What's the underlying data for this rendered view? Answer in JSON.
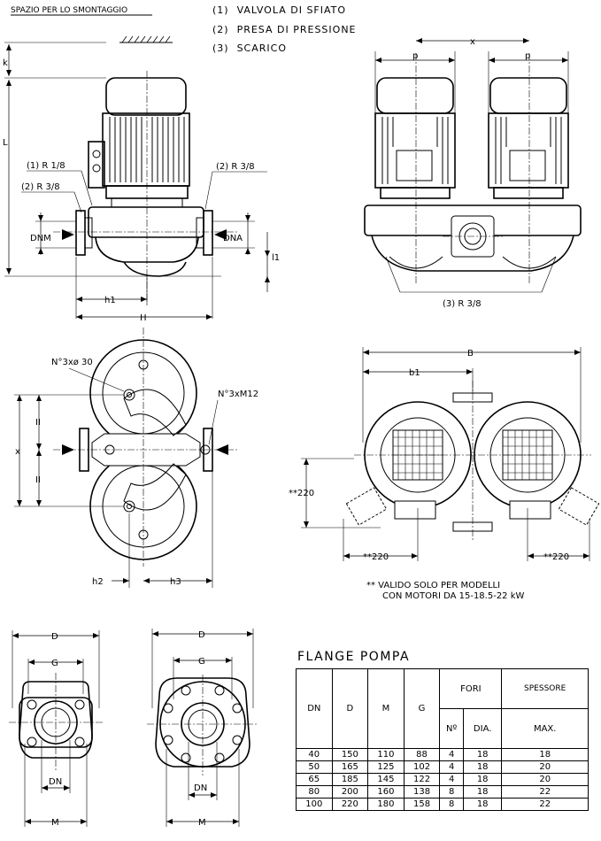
{
  "header": {
    "space_label": "SPAZIO PER LO SMONTAGGIO",
    "legend": [
      "(1)  VALVOLA DI SFIATO",
      "(2)  PRESA DI PRESSIONE",
      "(3)  SCARICO"
    ]
  },
  "side_view": {
    "k": "k",
    "L": "L",
    "l1": "l1",
    "h1": "h1",
    "H": "H",
    "dnm": "DNM",
    "dna": "DNA",
    "vent_left": "(1) R 1/8",
    "press_left": "(2) R 3/8",
    "press_right": "(2) R 3/8"
  },
  "front_view": {
    "p_left": "p",
    "p_right": "p",
    "x": "x",
    "drain": "(3) R 3/8"
  },
  "top_view": {
    "holes": "N°3xø 30",
    "tapped": "N°3xM12",
    "x": "x",
    "II_top": "II",
    "II_bottom": "II",
    "h2": "h2",
    "h3": "h3"
  },
  "plan_view": {
    "B": "B",
    "b1": "b1",
    "dim220_left": "**220",
    "dim220_bottom_left": "**220",
    "dim220_bottom_right": "**220"
  },
  "note": [
    "** VALIDO SOLO PER MODELLI",
    "CON MOTORI DA 15-18.5-22 kW"
  ],
  "flange_left": {
    "D": "D",
    "G": "G",
    "DN": "DN",
    "M": "M"
  },
  "flange_right": {
    "D": "D",
    "G": "G",
    "DN": "DN",
    "M": "M"
  },
  "table": {
    "title": "FLANGE POMPA",
    "headers": {
      "dn": "DN",
      "d": "D",
      "m": "M",
      "g": "G",
      "fori": "FORI",
      "n": "Nº",
      "dia": "DIA.",
      "spessore": "SPESSORE",
      "max": "MAX."
    },
    "rows": [
      [
        "40",
        "150",
        "110",
        "88",
        "4",
        "18",
        "18"
      ],
      [
        "50",
        "165",
        "125",
        "102",
        "4",
        "18",
        "20"
      ],
      [
        "65",
        "185",
        "145",
        "122",
        "4",
        "18",
        "20"
      ],
      [
        "80",
        "200",
        "160",
        "138",
        "8",
        "18",
        "22"
      ],
      [
        "100",
        "220",
        "180",
        "158",
        "8",
        "18",
        "22"
      ]
    ]
  }
}
